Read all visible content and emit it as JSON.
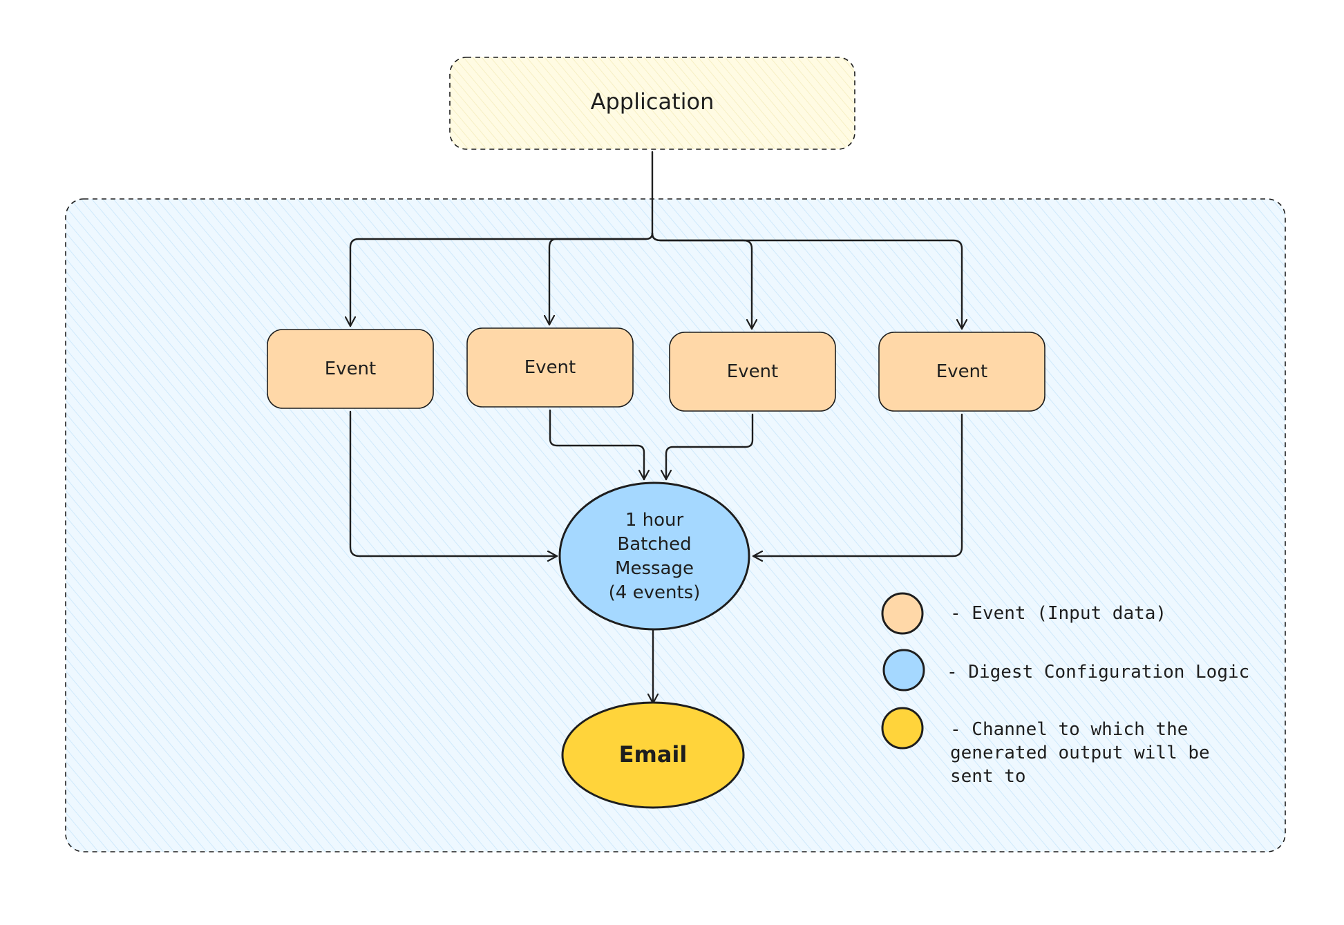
{
  "diagram": {
    "application_label": "Application",
    "events": [
      {
        "label": "Event"
      },
      {
        "label": "Event"
      },
      {
        "label": "Event"
      },
      {
        "label": "Event"
      }
    ],
    "digest": {
      "lines": [
        "1 hour",
        "Batched",
        "Message",
        "(4 events)"
      ]
    },
    "channel_label": "Email"
  },
  "legend": {
    "items": [
      {
        "lines": [
          "- Event (Input data)"
        ],
        "color": "#ffd8a8"
      },
      {
        "lines": [
          "- Digest Configuration Logic"
        ],
        "color": "#a5d8ff"
      },
      {
        "lines": [
          "- Channel to which the",
          "generated output will be",
          "sent to"
        ],
        "color": "#ffd43b"
      }
    ]
  },
  "colors": {
    "application_fill": "#fff9db",
    "container_fill": "#e7f5ff",
    "event_fill": "#ffd8a8",
    "digest_fill": "#a5d8ff",
    "channel_fill": "#ffd43b",
    "stroke": "#1e1e1e"
  }
}
